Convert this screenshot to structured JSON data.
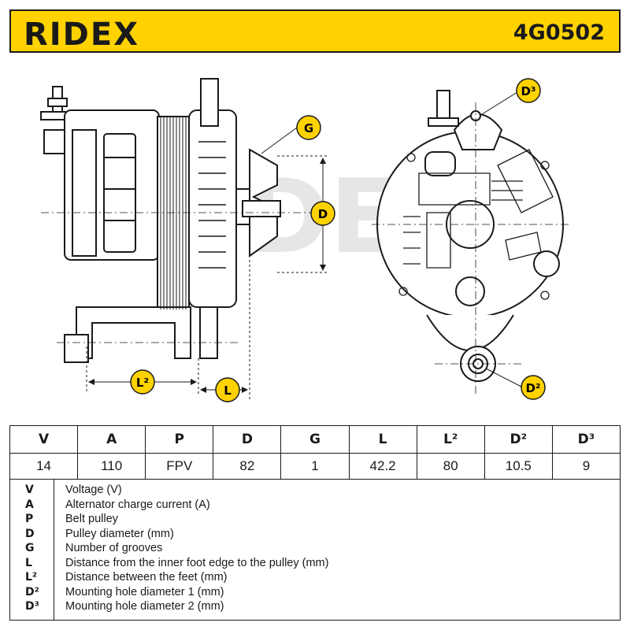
{
  "header": {
    "brand": "RIDEX",
    "part_number": "4G0502"
  },
  "colors": {
    "brand_yellow": "#ffd200",
    "ink": "#1a1a1a"
  },
  "drawing": {
    "labels": {
      "G": "G",
      "D": "D",
      "L2": "L²",
      "L": "L",
      "D2": "D²",
      "D3": "D³"
    }
  },
  "specs": {
    "headers": [
      "V",
      "A",
      "P",
      "D",
      "G",
      "L",
      "L²",
      "D²",
      "D³"
    ],
    "values": [
      "14",
      "110",
      "FPV",
      "82",
      "1",
      "42.2",
      "80",
      "10.5",
      "9"
    ]
  },
  "legend": [
    {
      "code": "V",
      "desc": "Voltage (V)"
    },
    {
      "code": "A",
      "desc": "Alternator charge current (A)"
    },
    {
      "code": "P",
      "desc": "Belt pulley"
    },
    {
      "code": "D",
      "desc": "Pulley diameter (mm)"
    },
    {
      "code": "G",
      "desc": "Number of grooves"
    },
    {
      "code": "L",
      "desc": "Distance from the inner foot edge to the pulley (mm)"
    },
    {
      "code": "L²",
      "desc": "Distance between the feet (mm)"
    },
    {
      "code": "D²",
      "desc": "Mounting hole diameter 1 (mm)"
    },
    {
      "code": "D³",
      "desc": "Mounting hole diameter 2 (mm)"
    }
  ]
}
